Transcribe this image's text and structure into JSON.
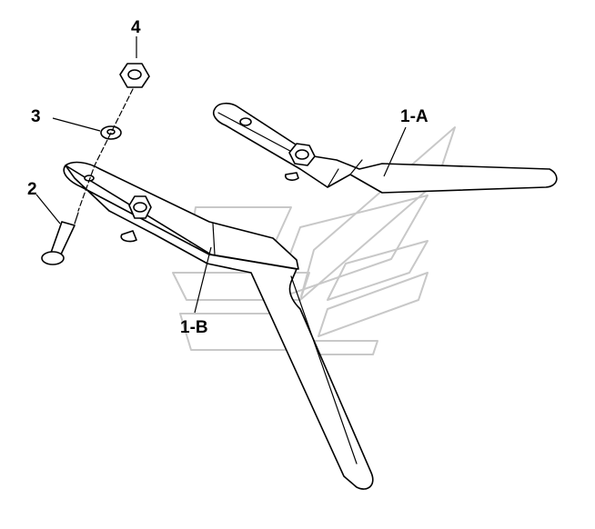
{
  "diagram": {
    "callouts": {
      "c4": "4",
      "c3": "3",
      "c2": "2",
      "c1a": "1-A",
      "c1b": "1-B"
    },
    "colors": {
      "line": "#000000",
      "background": "#ffffff",
      "watermark": "#c8c8c8"
    }
  }
}
